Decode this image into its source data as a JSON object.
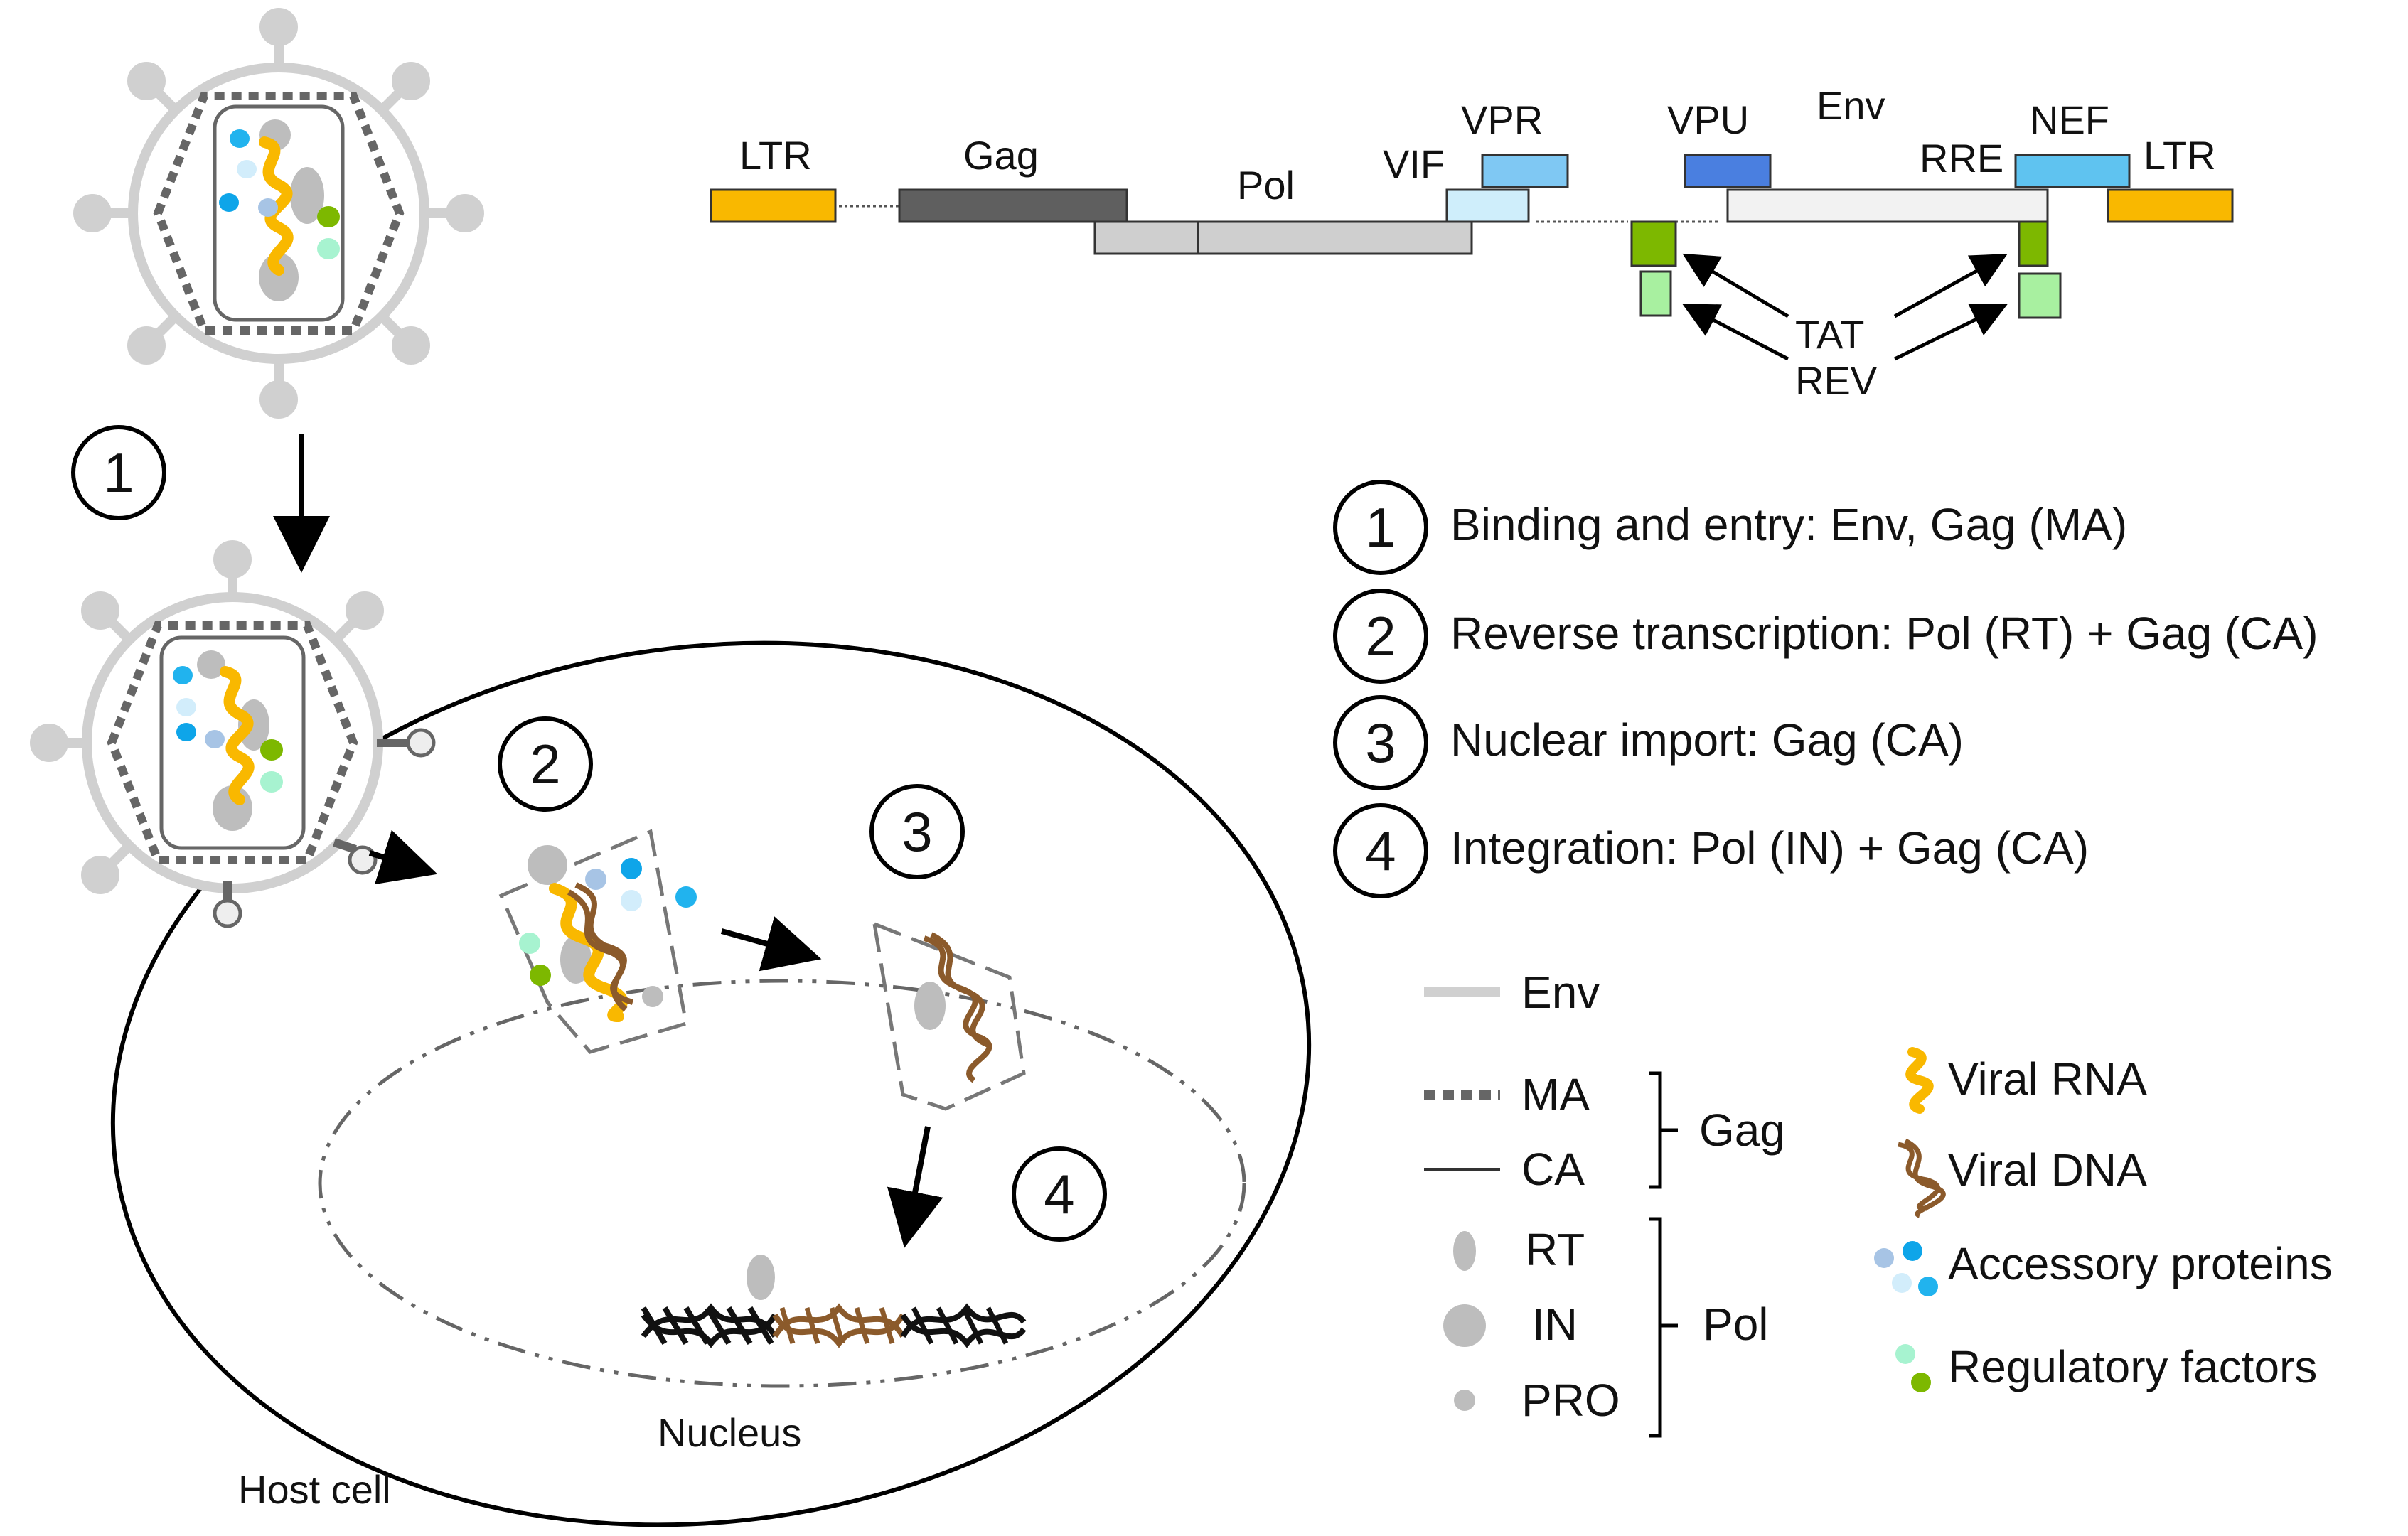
{
  "genome": {
    "labels": {
      "ltr_left": "LTR",
      "gag": "Gag",
      "pol": "Pol",
      "vif": "VIF",
      "vpr": "VPR",
      "vpu": "VPU",
      "env": "Env",
      "rre": "RRE",
      "nef": "NEF",
      "ltr_right": "LTR",
      "tat": "TAT",
      "rev": "REV"
    },
    "colors": {
      "ltr": "#F9B800",
      "gag": "#5F5F5F",
      "pol": "#CFCFCF",
      "vif": "#CFEEFB",
      "vpr": "#7FC8F3",
      "vpu": "#4A7FE0",
      "env": "#F2F2F2",
      "nef": "#5FC3F0",
      "tat": "#7DB800",
      "rev": "#A8F0A0"
    }
  },
  "steps": [
    {
      "num": "1",
      "text": "Binding and entry: Env, Gag (MA)"
    },
    {
      "num": "2",
      "text": "Reverse transcription: Pol (RT) + Gag (CA)"
    },
    {
      "num": "3",
      "text": "Nuclear import: Gag (CA)"
    },
    {
      "num": "4",
      "text": "Integration: Pol (IN) + Gag (CA)"
    }
  ],
  "diagram": {
    "host_cell": "Host cell",
    "nucleus": "Nucleus"
  },
  "legend": {
    "env": "Env",
    "ma": "MA",
    "ca": "CA",
    "gag": "Gag",
    "rt": "RT",
    "in": "IN",
    "pro": "PRO",
    "pol": "Pol",
    "viral_rna": "Viral RNA",
    "viral_dna": "Viral DNA",
    "accessory": "Accessory proteins",
    "regulatory": "Regulatory factors"
  }
}
